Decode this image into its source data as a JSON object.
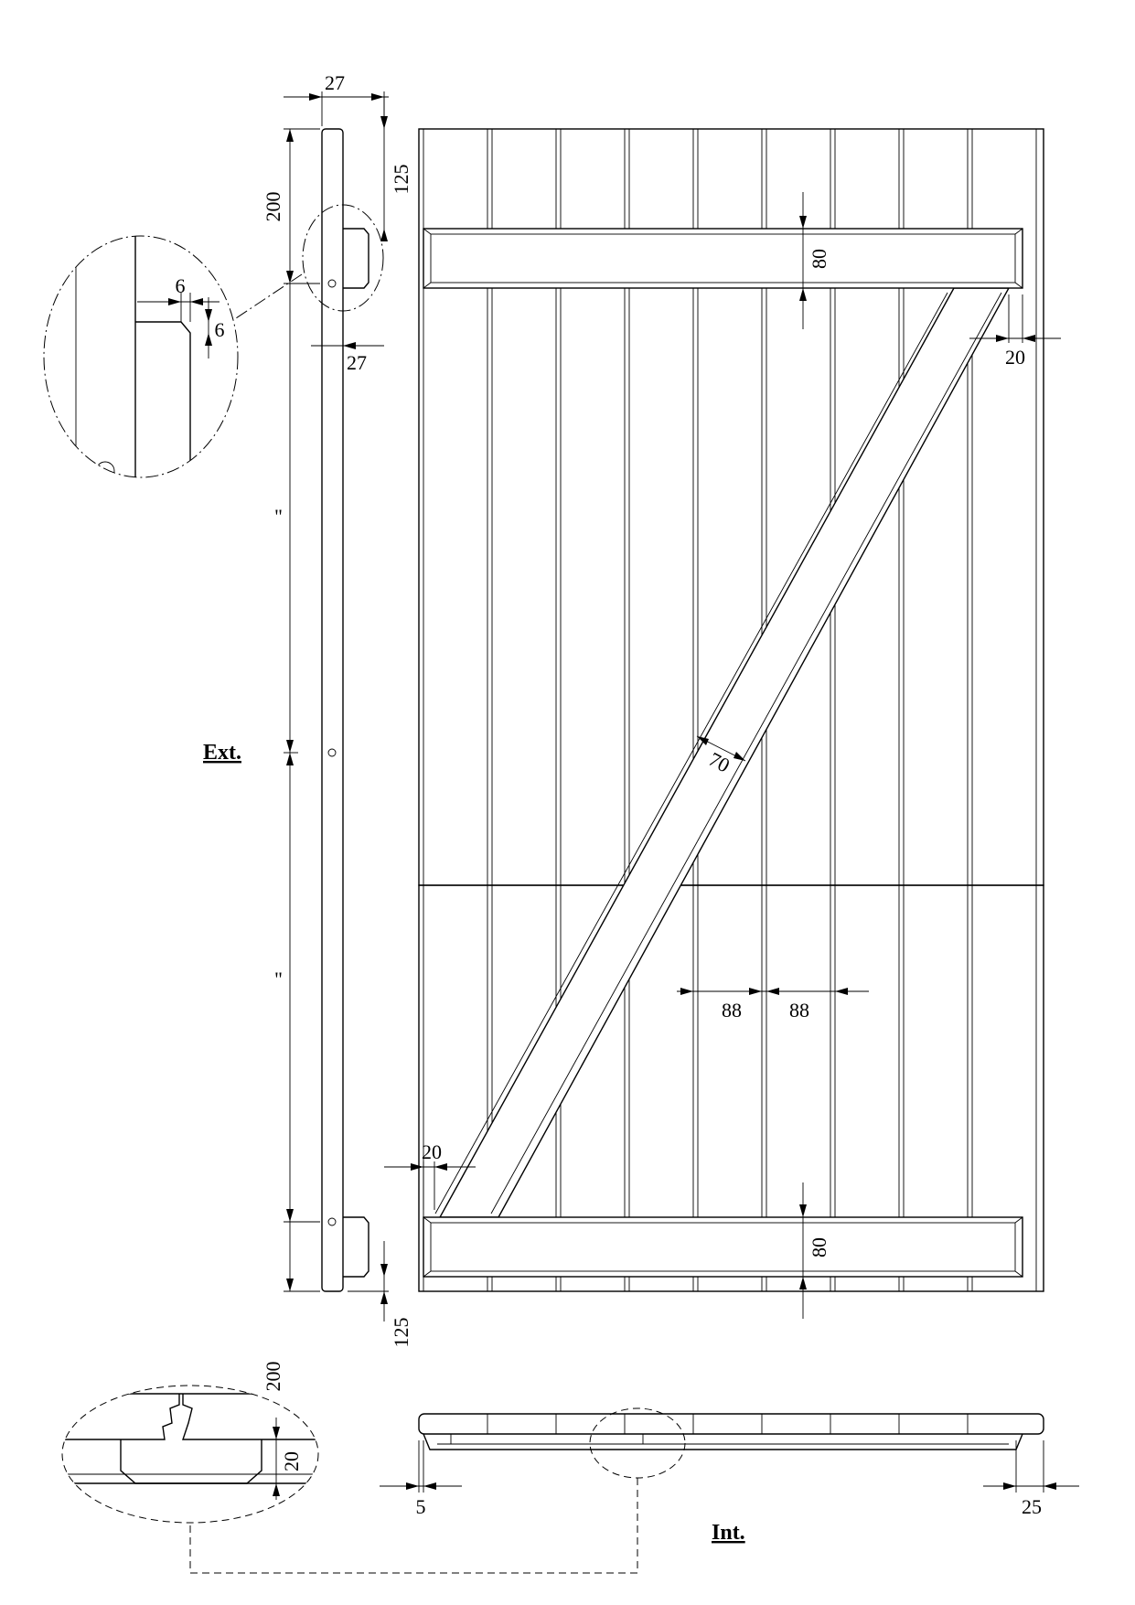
{
  "labels": {
    "exterior": "Ext.",
    "interior": "Int."
  },
  "dimensions": {
    "edge_thickness_top": "27",
    "edge_thickness_mid": "27",
    "top_batten_offset": "125",
    "bottom_batten_offset": "125",
    "top_hinge_pos": "200",
    "bottom_hinge_pos": "200",
    "chamfer_w": "6",
    "chamfer_h": "6",
    "top_batten_width": "80",
    "bottom_batten_width": "80",
    "brace_width": "70",
    "brace_top_clearance": "20",
    "brace_bottom_clearance": "20",
    "board_width_a": "88",
    "board_width_b": "88",
    "section_batten_thickness": "20",
    "section_left_offset": "5",
    "section_right_offset": "25"
  },
  "marks": {
    "break_mark_1": "\"",
    "break_mark_2": "\""
  }
}
